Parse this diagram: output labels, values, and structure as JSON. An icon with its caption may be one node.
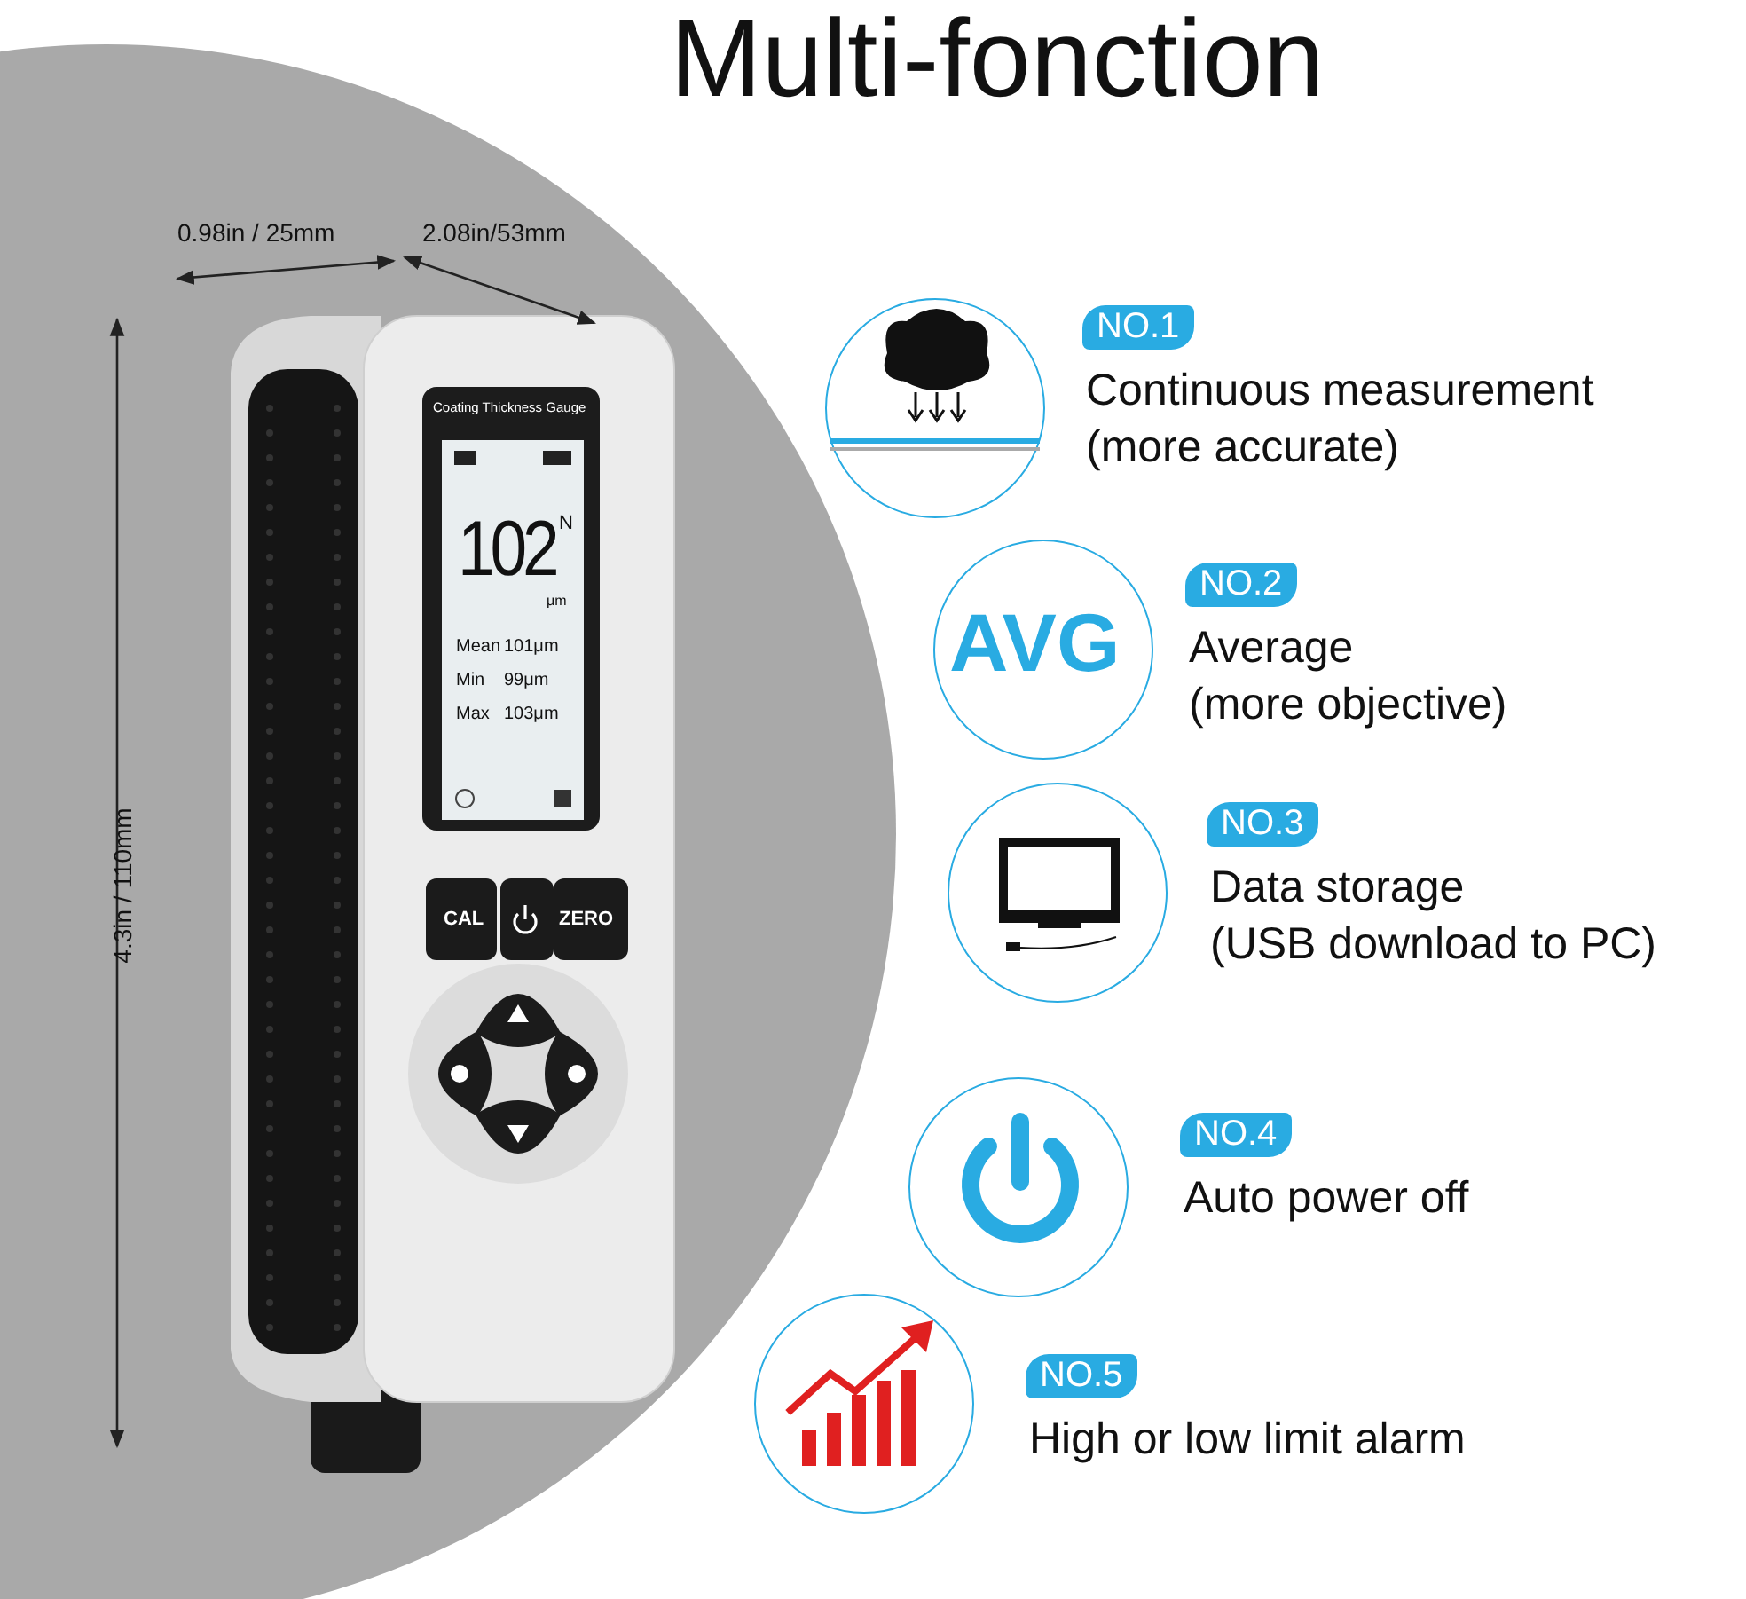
{
  "diagram": {
    "title": "Multi-fonction",
    "nodes": [
      {
        "text": [],
        "shape": "circle"
      },
      {
        "text": [
          "NO.1"
        ],
        "beside": [
          "Continuous measurement",
          "(more accurate)"
        ]
      },
      {
        "text": [
          "AVG"
        ]
      },
      {
        "text": [
          "NO.2"
        ],
        "beside": [
          "Average",
          "(more objective)"
        ]
      },
      {
        "text": [],
        "shape": "circle"
      },
      {
        "text": [
          "NO.3"
        ],
        "beside": [
          "Data storage",
          "(USB download to PC)"
        ]
      },
      {
        "text": [],
        "shape": "circle"
      },
      {
        "text": [
          "NO.4"
        ],
        "beside": [
          "Auto power off"
        ]
      },
      {
        "text": [],
        "shape": "circle"
      },
      {
        "text": [
          "NO.5"
        ],
        "beside": [
          "High or low limit alarm"
        ]
      }
    ],
    "labels": [
      "0.98in / 25mm",
      "2.08in/53mm",
      "4.3in / 110mm",
      "Coating Thickness Gauge",
      "102",
      "N",
      "μm",
      "Mean",
      "101μm",
      "Min",
      "99μm",
      "Max",
      "103μm",
      "CAL",
      "ZERO"
    ]
  }
}
